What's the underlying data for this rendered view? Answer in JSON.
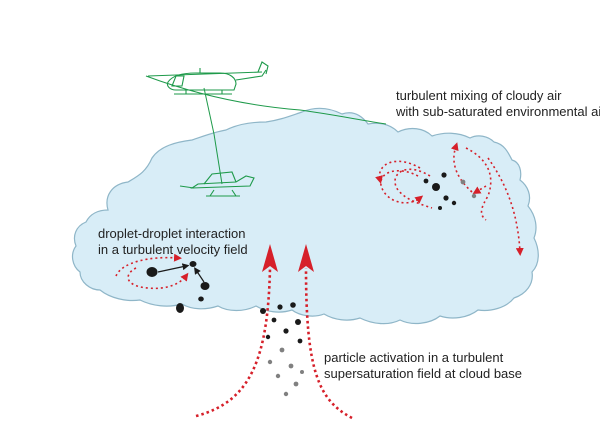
{
  "labels": {
    "mixing": [
      "turbulent mixing of cloudy air",
      "with sub-saturated environmental air"
    ],
    "droplet": [
      "droplet-droplet interaction",
      "in a turbulent velocity field"
    ],
    "activation": [
      "particle activation in a turbulent",
      "supersaturation field at cloud base"
    ]
  },
  "colors": {
    "cloud_fill": "#d8edf7",
    "cloud_outline": "#8fb6c8",
    "aircraft": "#1e9a4a",
    "arrow_red": "#d6202a",
    "droplet_dark": "#1a1a1a",
    "particle_gray": "#808080",
    "text": "#222222"
  },
  "icons": {
    "helicopter": "helicopter-icon",
    "probe": "towed-instrument-probe-icon"
  }
}
